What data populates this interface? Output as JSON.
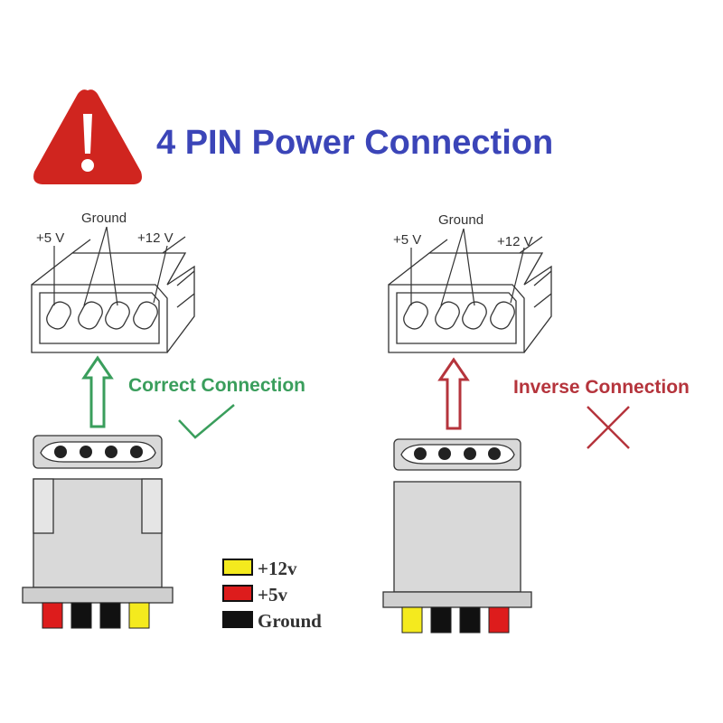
{
  "title": "4 PIN Power Connection",
  "warning_icon": "warning-triangle-icon",
  "labels": {
    "plus5": "+5 V",
    "ground": "Ground",
    "plus12": "+12 V"
  },
  "correct": {
    "caption": "Correct Connection",
    "mark_icon": "check-icon",
    "wire_order": [
      "red",
      "black",
      "black",
      "yellow"
    ]
  },
  "inverse": {
    "caption": "Inverse Connection",
    "mark_icon": "cross-icon",
    "wire_order": [
      "yellow",
      "black",
      "black",
      "red"
    ]
  },
  "legend": [
    {
      "swatch": "yellow",
      "label": "+12v"
    },
    {
      "swatch": "red",
      "label": "+5v"
    },
    {
      "swatch": "black",
      "label": "Ground"
    }
  ],
  "colors": {
    "title": "#3b45b8",
    "correct": "#3a9e5c",
    "inverse": "#b5343c",
    "warning": "#d0251f",
    "yellow": "#f4ea1e",
    "red": "#dd1c1c",
    "black": "#111111"
  }
}
